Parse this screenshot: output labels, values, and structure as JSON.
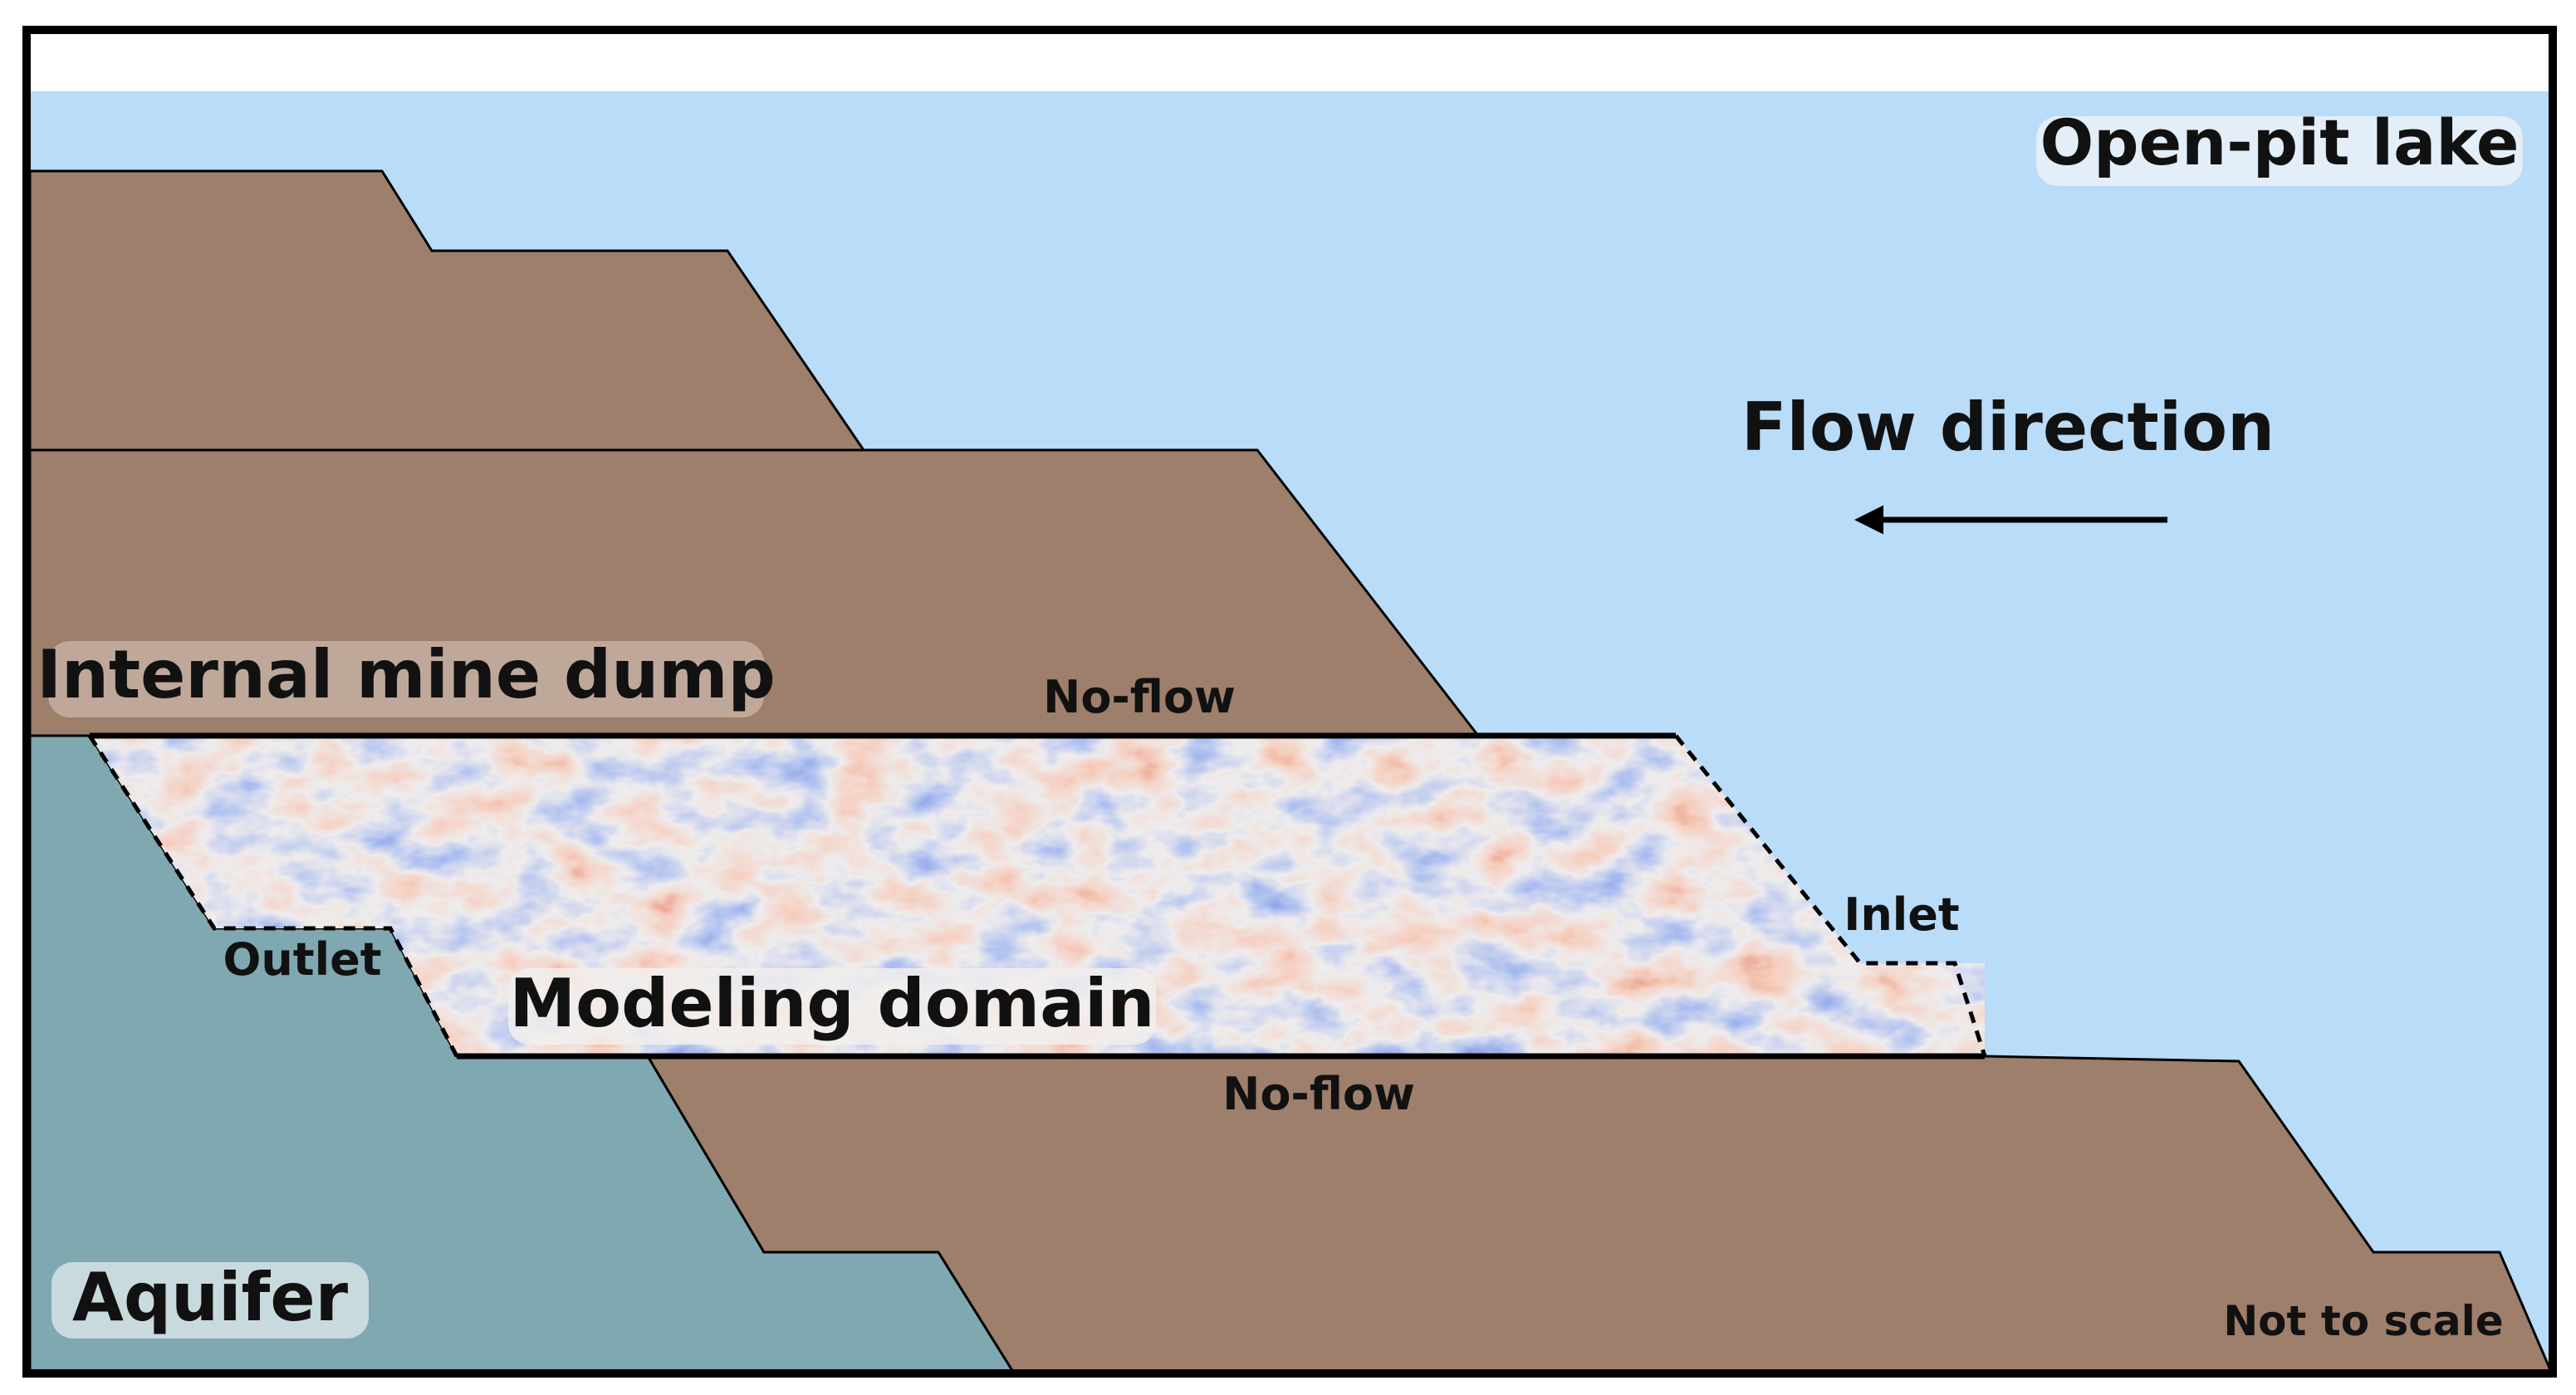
{
  "labels": {
    "open_pit_lake": "Open-pit lake",
    "flow_direction": "Flow direction",
    "internal_mine_dump": "Internal mine dump",
    "no_flow_top": "No-flow",
    "no_flow_bottom": "No-flow",
    "inlet": "Inlet",
    "outlet": "Outlet",
    "modeling_domain": "Modeling domain",
    "aquifer": "Aquifer",
    "not_to_scale": "Not to scale"
  },
  "colors": {
    "lake": "#b9dcf8",
    "mine_dump": "#9e7f6b",
    "aquifer": "#7fa8b1",
    "field_low": "#2c48c0",
    "field_mid": "#dcd6d6",
    "field_high": "#c8402a",
    "outline": "#000000",
    "label_box": "#f2efec"
  },
  "icons": {
    "flow_arrow": "arrow-left-icon"
  }
}
